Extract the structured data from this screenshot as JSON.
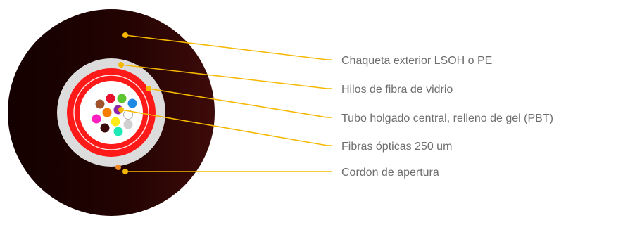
{
  "colors": {
    "jacket_dark": "#1a0000",
    "jacket_light": "#3a0a08",
    "glass_yarn": "#dcdcdc",
    "tube": "#ff1a1a",
    "core": "#ffffff",
    "leader_line": "#f5b800",
    "leader_dot": "#f5b800",
    "ripcord": "#f08a24",
    "label_text": "#6e6e6e"
  },
  "labels": [
    {
      "id": "jacket",
      "text": "Chaqueta exterior LSOH o PE"
    },
    {
      "id": "yarn",
      "text": "Hilos de fibra de vidrio"
    },
    {
      "id": "tube",
      "text": "Tubo holgado central, relleno de gel (PBT)"
    },
    {
      "id": "fibers",
      "text": "Fibras ópticas 250 um"
    },
    {
      "id": "ripcord",
      "text": "Cordon de apertura"
    }
  ],
  "fibers": [
    {
      "name": "fiber-red",
      "color": "#e8112d"
    },
    {
      "name": "fiber-green",
      "color": "#5cc530"
    },
    {
      "name": "fiber-blue",
      "color": "#1e88e5"
    },
    {
      "name": "fiber-brown",
      "color": "#a0522d"
    },
    {
      "name": "fiber-violet",
      "color": "#8e24aa"
    },
    {
      "name": "fiber-white",
      "color": "#ffffff"
    },
    {
      "name": "fiber-orange",
      "color": "#f57c00"
    },
    {
      "name": "fiber-magenta",
      "color": "#ff1fbf"
    },
    {
      "name": "fiber-yellow",
      "color": "#ffeb1a"
    },
    {
      "name": "fiber-gray",
      "color": "#d0d0d0"
    },
    {
      "name": "fiber-black",
      "color": "#3a0a0a"
    },
    {
      "name": "fiber-aqua",
      "color": "#1de9b6"
    }
  ]
}
